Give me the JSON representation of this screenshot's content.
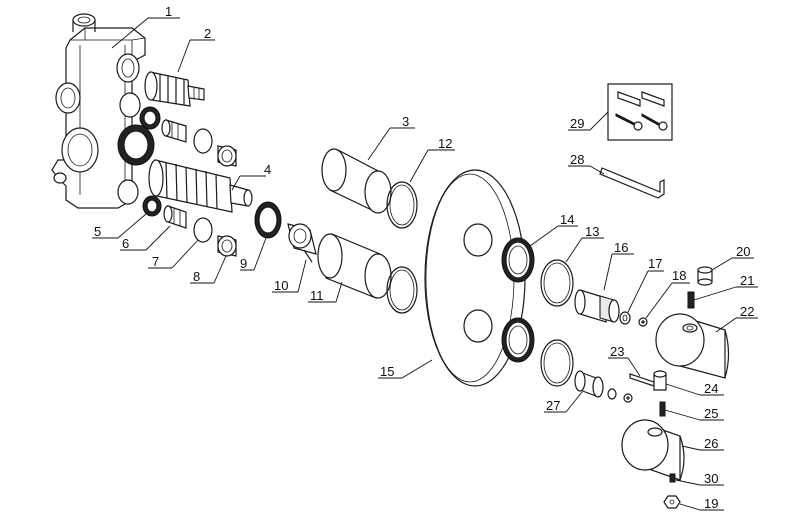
{
  "labels": {
    "p1": "1",
    "p2": "2",
    "p3": "3",
    "p4": "4",
    "p5": "5",
    "p6": "6",
    "p7": "7",
    "p8": "8",
    "p9": "9",
    "p10": "10",
    "p11": "11",
    "p12": "12",
    "p13": "13",
    "p14": "14",
    "p15": "15",
    "p16": "16",
    "p17": "17",
    "p18": "18",
    "p19": "19",
    "p20": "20",
    "p21": "21",
    "p22": "22",
    "p23": "23",
    "p24": "24",
    "p25": "25",
    "p26": "26",
    "p27": "27",
    "p28": "28",
    "p29": "29",
    "p30": "30"
  },
  "colors": {
    "line": "#1a1a1a",
    "background": "#ffffff",
    "dark_fill": "#222222",
    "light_fill": "#e9e9e9"
  }
}
